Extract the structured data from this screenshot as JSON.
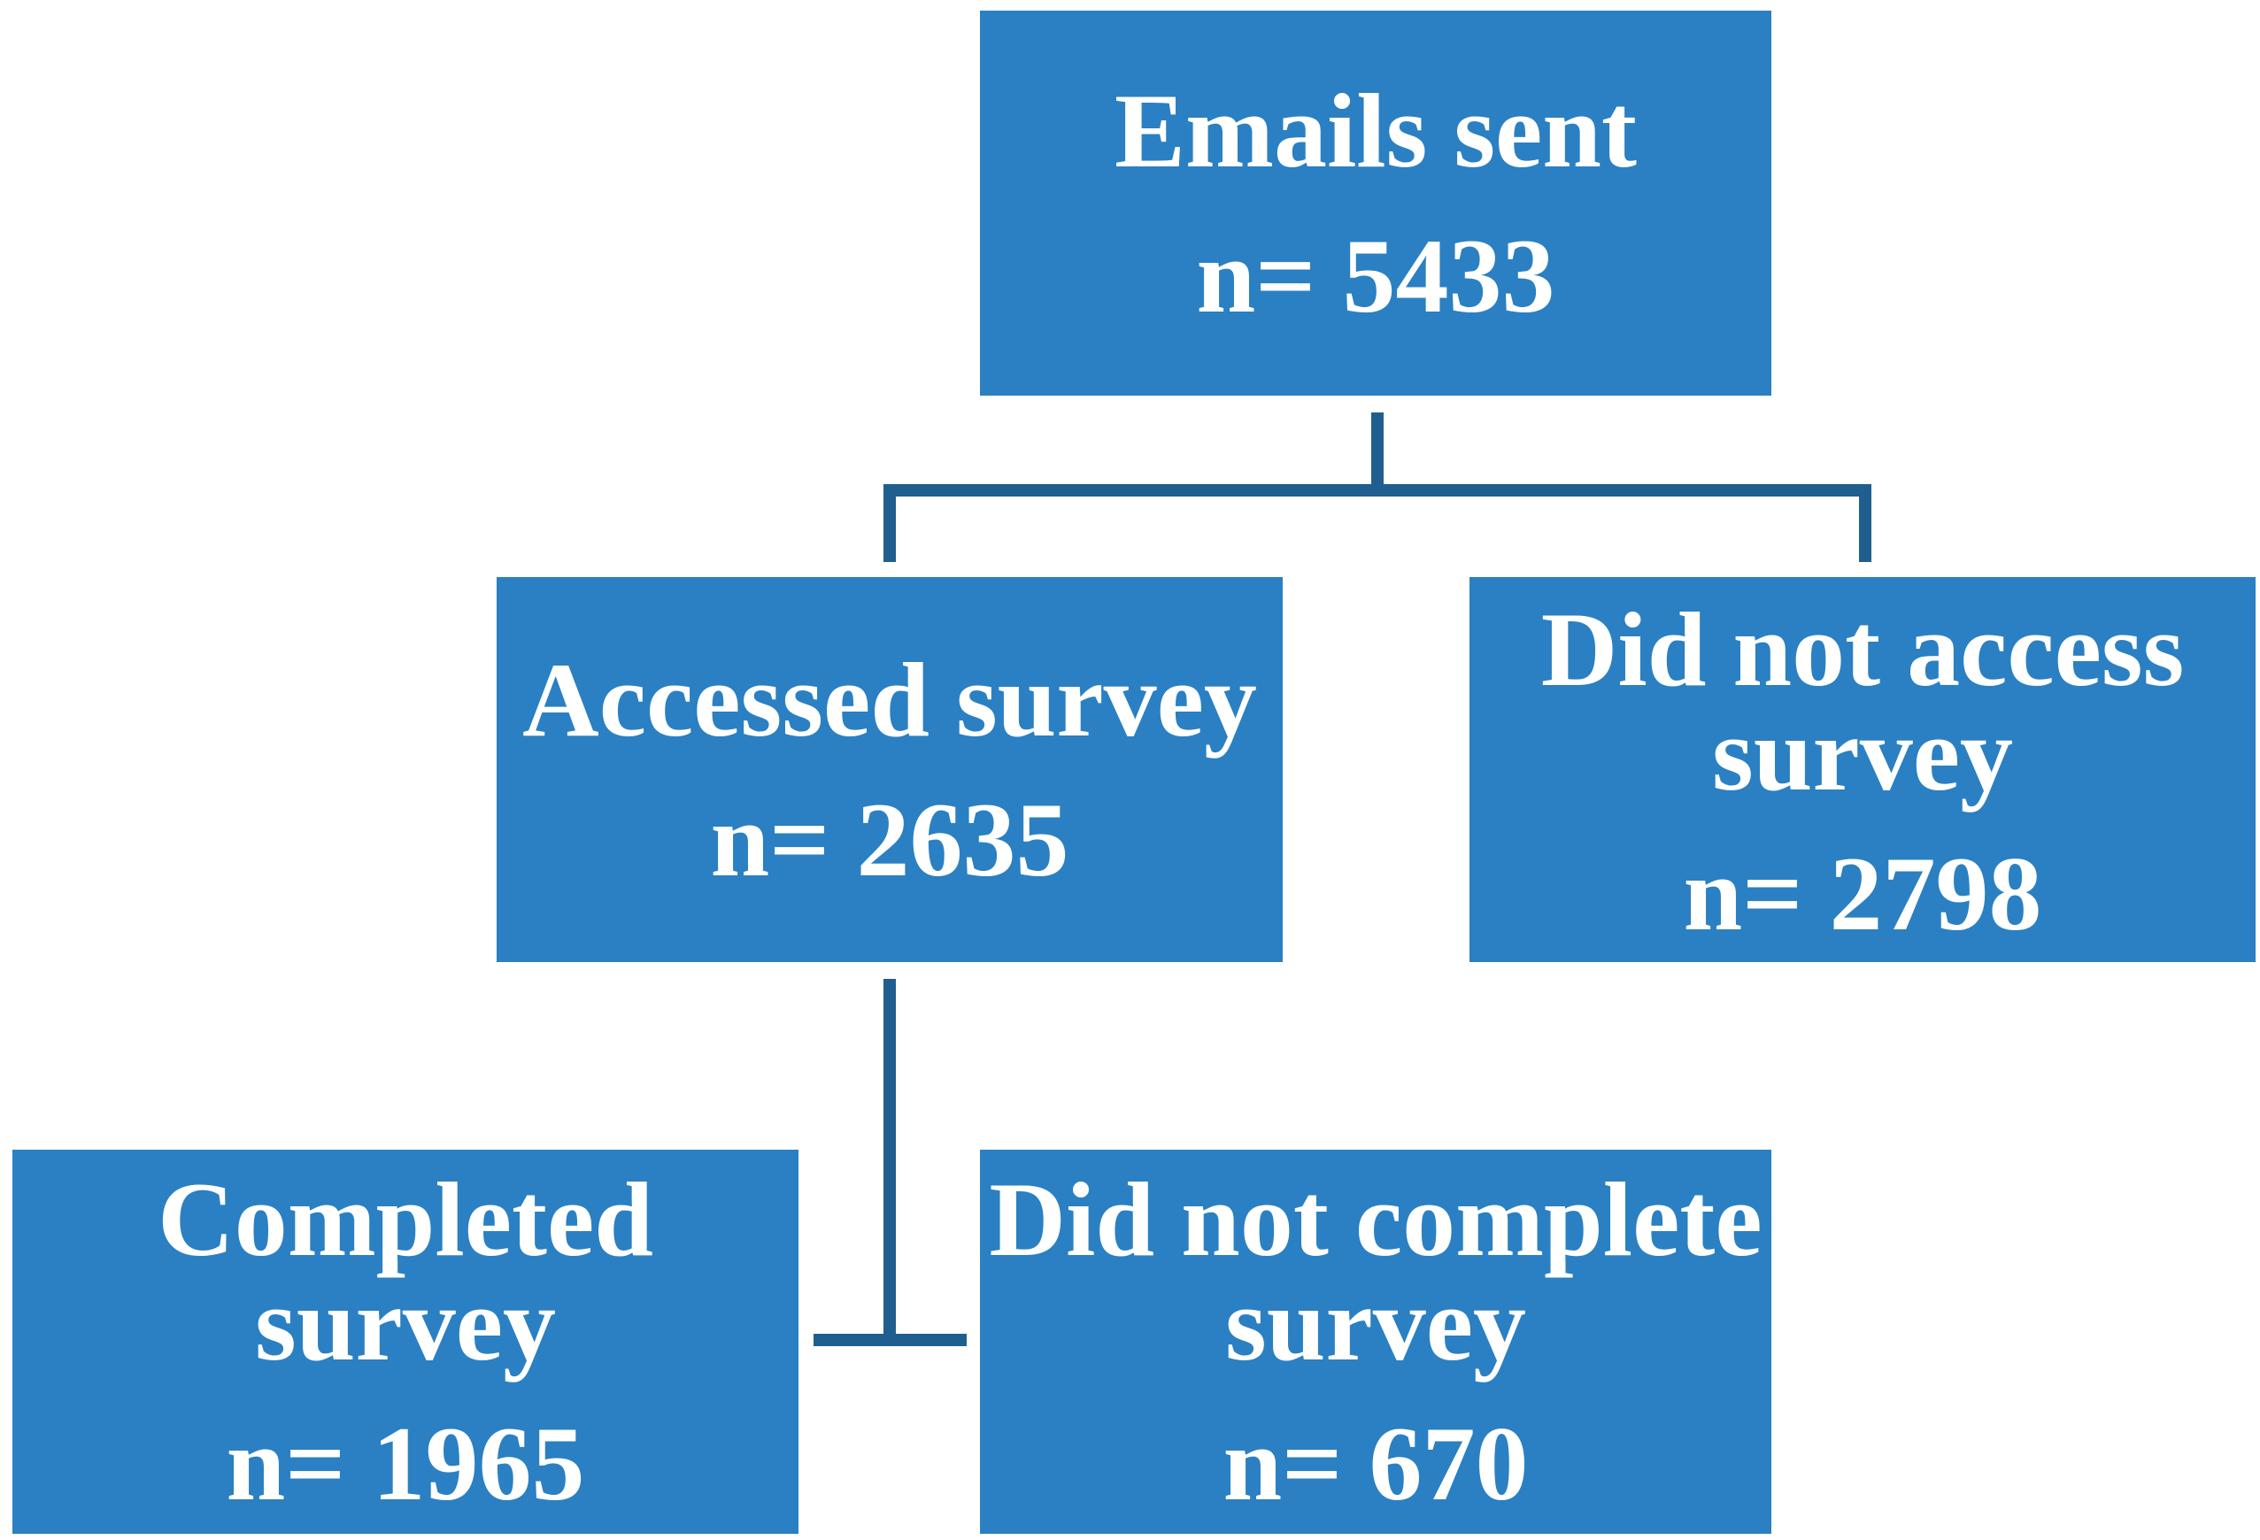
{
  "nodes": {
    "emails_sent": {
      "title": "Emails sent",
      "count": "n= 5433"
    },
    "accessed": {
      "title": "Accessed survey",
      "count": "n= 2635"
    },
    "did_not_access": {
      "title": "Did not access\nsurvey",
      "count": "n= 2798"
    },
    "completed": {
      "title": "Completed\nsurvey",
      "count": "n= 1965"
    },
    "did_not_complete": {
      "title": "Did not complete\nsurvey",
      "count": "n= 670"
    }
  },
  "colors": {
    "box_fill": "#2a80c2",
    "text": "#ffffff",
    "connector": "#1f5f8f",
    "background": "#ffffff"
  }
}
